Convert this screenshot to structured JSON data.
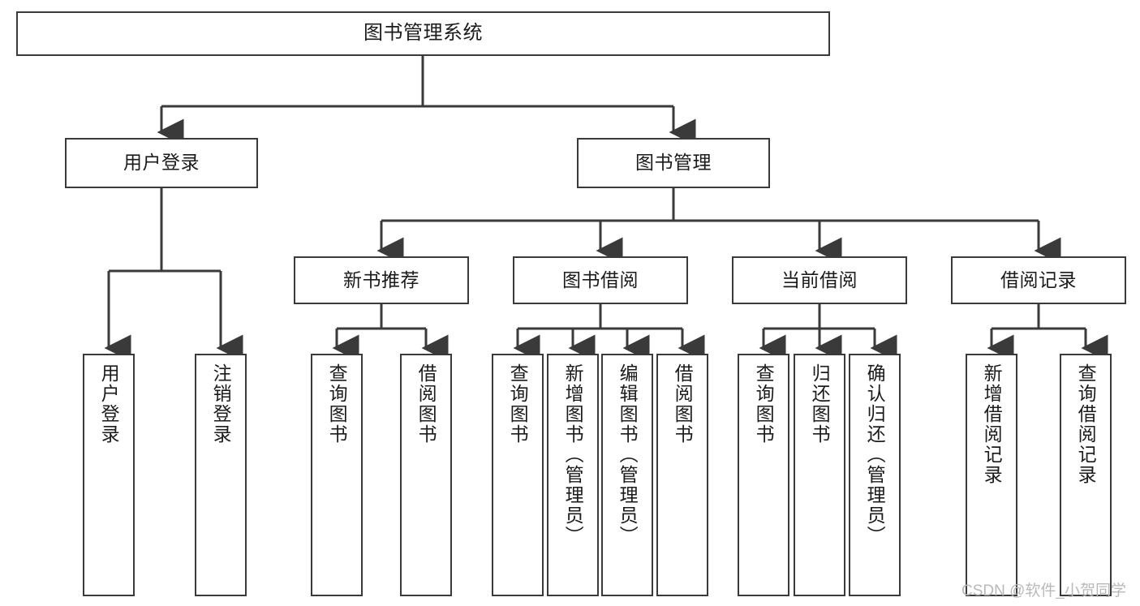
{
  "diagram": {
    "title": "图书管理系统",
    "watermark": "CSDN @软件_小贺同学",
    "stroke_color": "#3a3a3a",
    "text_color": "#1b1b1b",
    "background_color": "#ffffff"
  },
  "nodes": {
    "root": {
      "label": "图书管理系统"
    },
    "level2": [
      {
        "label": "用户登录"
      },
      {
        "label": "图书管理"
      }
    ],
    "level3": [
      {
        "label": "新书推荐"
      },
      {
        "label": "图书借阅"
      },
      {
        "label": "当前借阅"
      },
      {
        "label": "借阅记录"
      }
    ],
    "leaves": {
      "user_login": [
        {
          "label": "用户登录"
        },
        {
          "label": "注销登录"
        }
      ],
      "new_book_recommend": [
        {
          "label": "查询图书"
        },
        {
          "label": "借阅图书"
        }
      ],
      "book_borrow": [
        {
          "label": "查询图书"
        },
        {
          "label": "新增图书（管理员）"
        },
        {
          "label": "编辑图书（管理员）"
        },
        {
          "label": "借阅图书"
        }
      ],
      "current_borrow": [
        {
          "label": "查询图书"
        },
        {
          "label": "归还图书"
        },
        {
          "label": "确认归还（管理员）"
        }
      ],
      "borrow_records": [
        {
          "label": "新增借阅记录"
        },
        {
          "label": "查询借阅记录"
        }
      ]
    }
  }
}
